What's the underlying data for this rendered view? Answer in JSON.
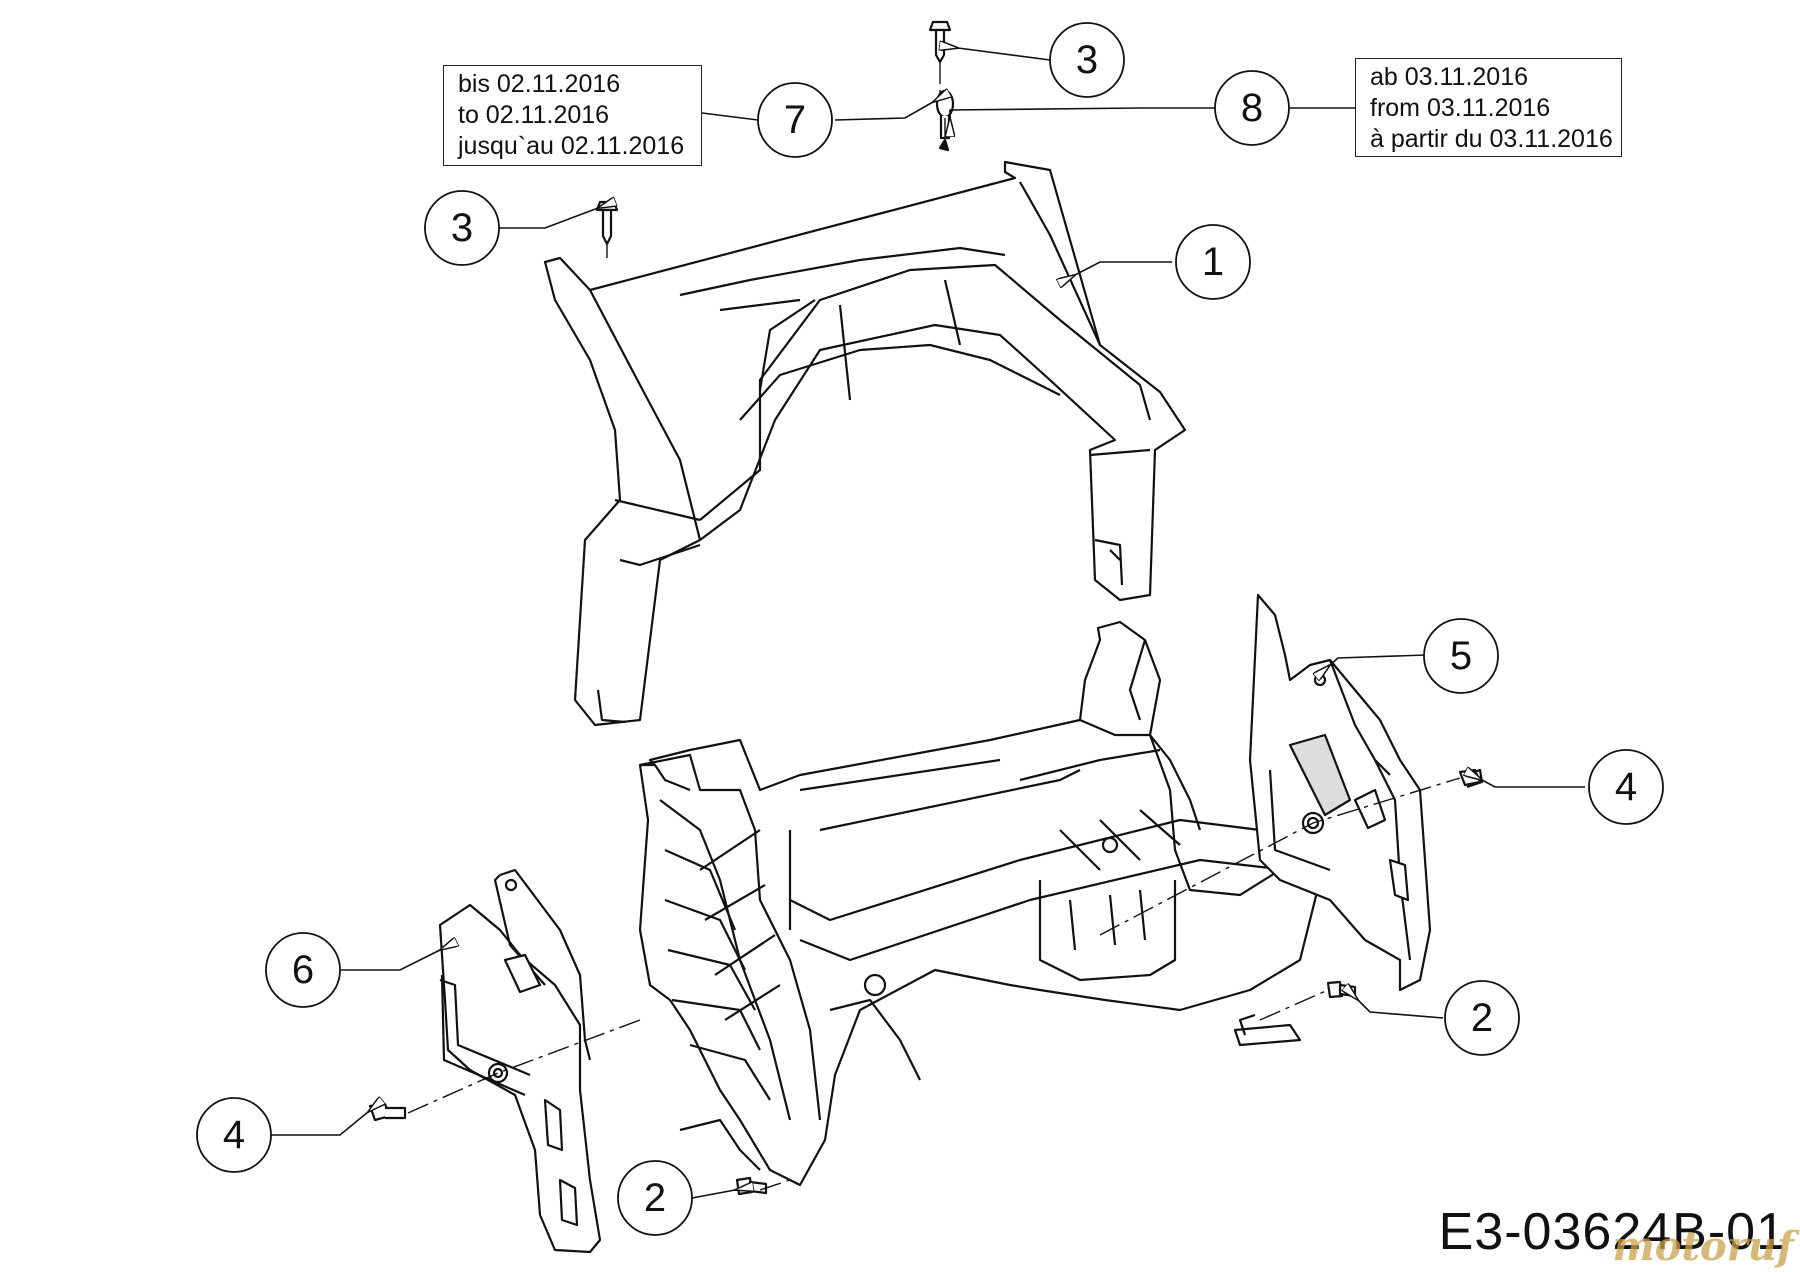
{
  "diagram": {
    "code": "E3-03624B-01",
    "watermark": "motoruf",
    "notes": {
      "until": [
        "bis 02.11.2016",
        "to 02.11.2016",
        "jusqu`au 02.11.2016"
      ],
      "from": [
        "ab 03.11.2016",
        "from 03.11.2016",
        "à partir du 03.11.2016"
      ]
    },
    "callouts": [
      {
        "number": "1",
        "part": "rear-cover"
      },
      {
        "number": "2",
        "part": "shoulder-screw-lower-left"
      },
      {
        "number": "2",
        "part": "shoulder-screw-right"
      },
      {
        "number": "3",
        "part": "screw-top"
      },
      {
        "number": "3",
        "part": "screw-left"
      },
      {
        "number": "4",
        "part": "bolt-left"
      },
      {
        "number": "4",
        "part": "bolt-right"
      },
      {
        "number": "5",
        "part": "right-bracket"
      },
      {
        "number": "6",
        "part": "left-bracket"
      },
      {
        "number": "7",
        "part": "pin"
      },
      {
        "number": "8",
        "part": "hitch-pin"
      }
    ]
  }
}
